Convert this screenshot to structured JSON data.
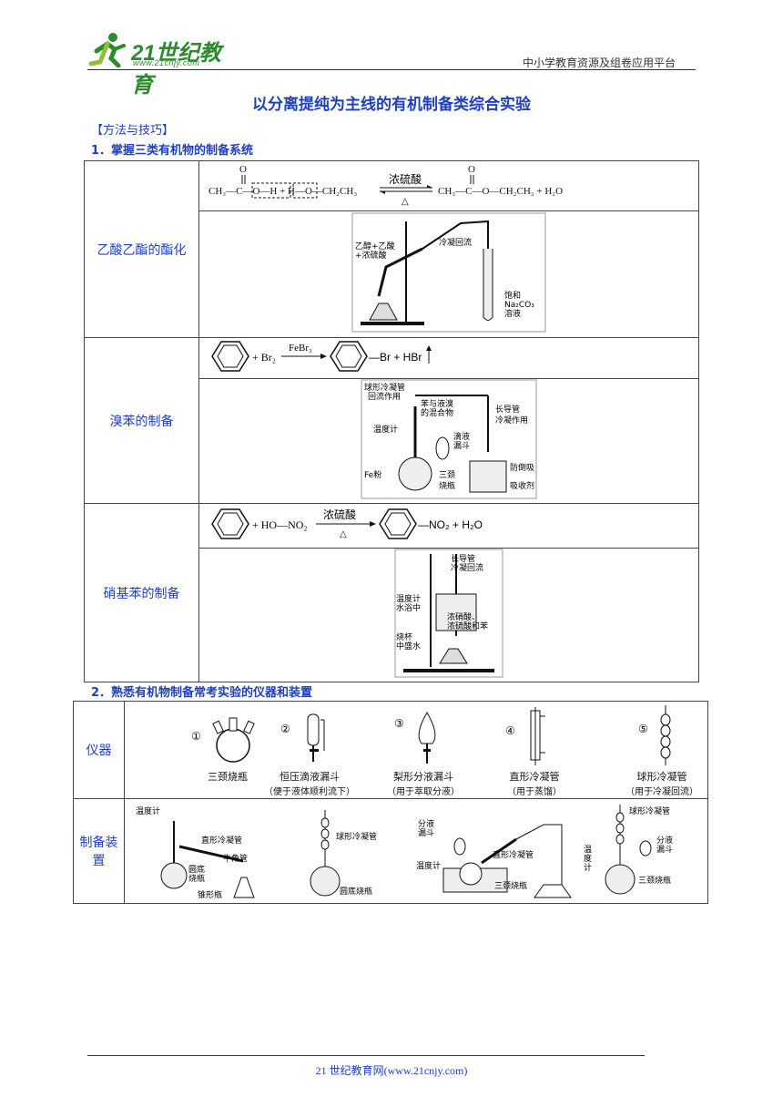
{
  "header": {
    "logo_text": "21世纪教育",
    "logo_url": "www.21cnjy.com",
    "platform": "中小学教育资源及组卷应用平台"
  },
  "title": "以分离提纯为主线的有机制备类综合实验",
  "method_label": "【方法与技巧】",
  "section1": "1．掌握三类有机物的制备系统",
  "section2": "2．熟悉有机物制备常考实验的仪器和装置",
  "table1": {
    "rows": [
      {
        "label": "乙酸乙酯的酯化",
        "condition": "浓硫酸",
        "heat": "△",
        "fig_labels": [
          "乙醇+乙酸",
          "+浓硫酸",
          "冷凝回流",
          "饱和",
          "Na₂CO₃",
          "溶液"
        ]
      },
      {
        "label": "溴苯的制备",
        "catalyst": "FeBr₃",
        "fig_labels": [
          "球形冷凝管",
          "回流作用",
          "苯与液溴",
          "的混合物",
          "长导管",
          "冷凝作用",
          "温度计",
          "滴液",
          "漏斗",
          "防倒吸",
          "吸收剂",
          "Fe粉",
          "三颈",
          "烧瓶"
        ]
      },
      {
        "label": "硝基苯的制备",
        "condition": "浓硫酸",
        "heat": "△",
        "fig_labels": [
          "长导管",
          "冷凝回流",
          "温度计",
          "水浴中",
          "浓硝酸、",
          "浓硫酸和苯",
          "烧杯",
          "中盛水"
        ]
      }
    ]
  },
  "table2": {
    "row1_label": "仪器",
    "row2_label": "制备装置",
    "instruments": [
      {
        "num": "①",
        "name": "三颈烧瓶",
        "note": ""
      },
      {
        "num": "②",
        "name": "恒压滴液漏斗",
        "note": "（便于液体顺利流下）"
      },
      {
        "num": "③",
        "name": "梨形分液漏斗",
        "note": "（用于萃取分液）"
      },
      {
        "num": "④",
        "name": "直形冷凝管",
        "note": "（用于蒸馏）"
      },
      {
        "num": "⑤",
        "name": "球形冷凝管",
        "note": "（用于冷凝回流）"
      }
    ],
    "setup_labels": {
      "a": [
        "温度计",
        "直形冷凝管",
        "牛角管",
        "圆底",
        "烧瓶",
        "锥形瓶"
      ],
      "b": [
        "球形冷凝管",
        "圆底烧瓶"
      ],
      "c": [
        "分液",
        "漏斗",
        "直形冷凝管",
        "温度计",
        "三颈烧瓶"
      ],
      "d": [
        "球形冷凝管",
        "分液",
        "漏斗",
        "温",
        "度",
        "计",
        "三颈烧瓶"
      ]
    }
  },
  "footer": "21 世纪教育网(www.21cnjy.com)"
}
